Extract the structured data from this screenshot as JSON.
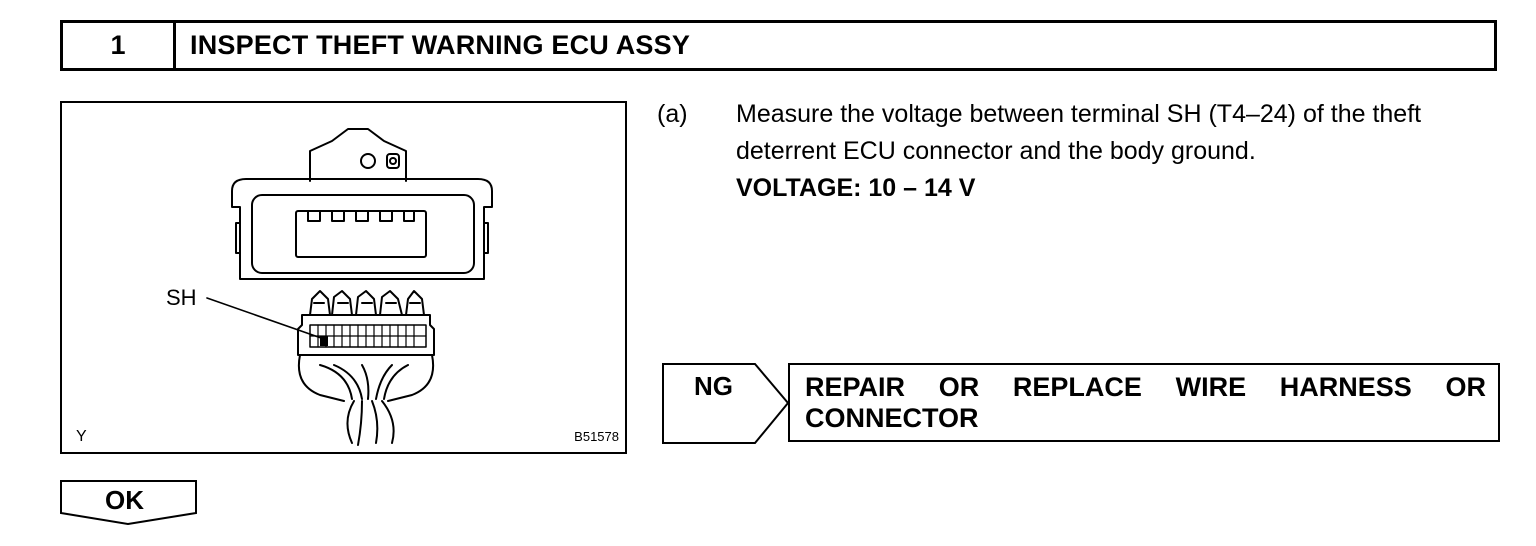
{
  "header": {
    "step_number": "1",
    "title": "INSPECT THEFT WARNING ECU ASSY"
  },
  "figure": {
    "terminal_label": "SH",
    "corner_left": "Y",
    "figure_code": "B51578"
  },
  "instruction": {
    "item_label": "(a)",
    "text": "Measure the voltage between terminal SH (T4–24) of the theft deterrent ECU connector and the body ground.",
    "spec": "VOLTAGE: 10 – 14 V"
  },
  "ng": {
    "label": "NG",
    "action": "REPAIR OR REPLACE WIRE HARNESS OR CONNECTOR"
  },
  "ok": {
    "label": "OK"
  }
}
